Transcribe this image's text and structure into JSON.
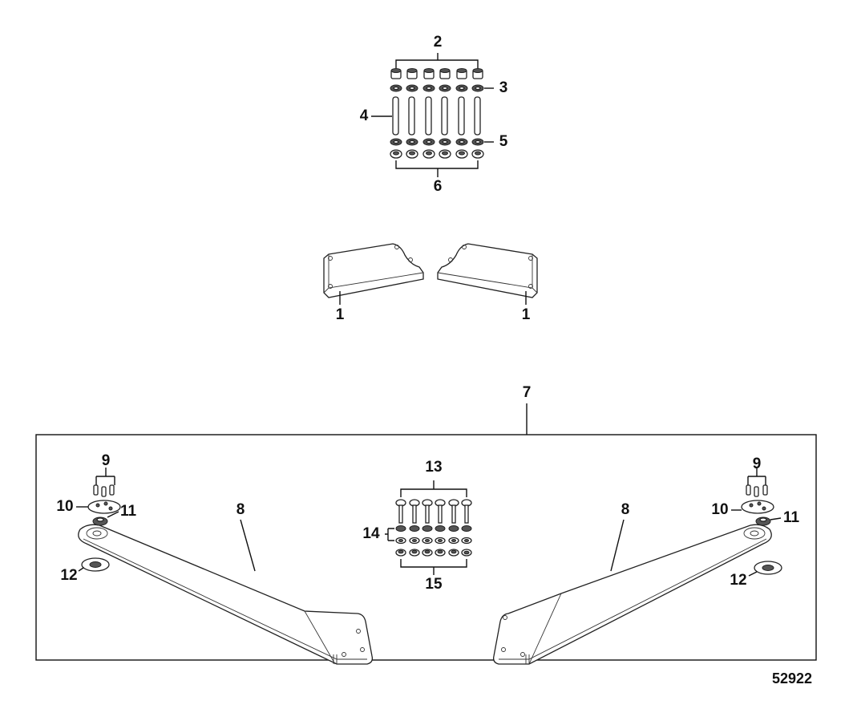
{
  "figure_id": "52922",
  "callouts": {
    "c1": "1",
    "c2": "2",
    "c3": "3",
    "c4": "4",
    "c5": "5",
    "c6": "6",
    "c7": "7",
    "c8": "8",
    "c9": "9",
    "c10": "10",
    "c11": "11",
    "c12": "12",
    "c13": "13",
    "c14": "14",
    "c15": "15"
  }
}
